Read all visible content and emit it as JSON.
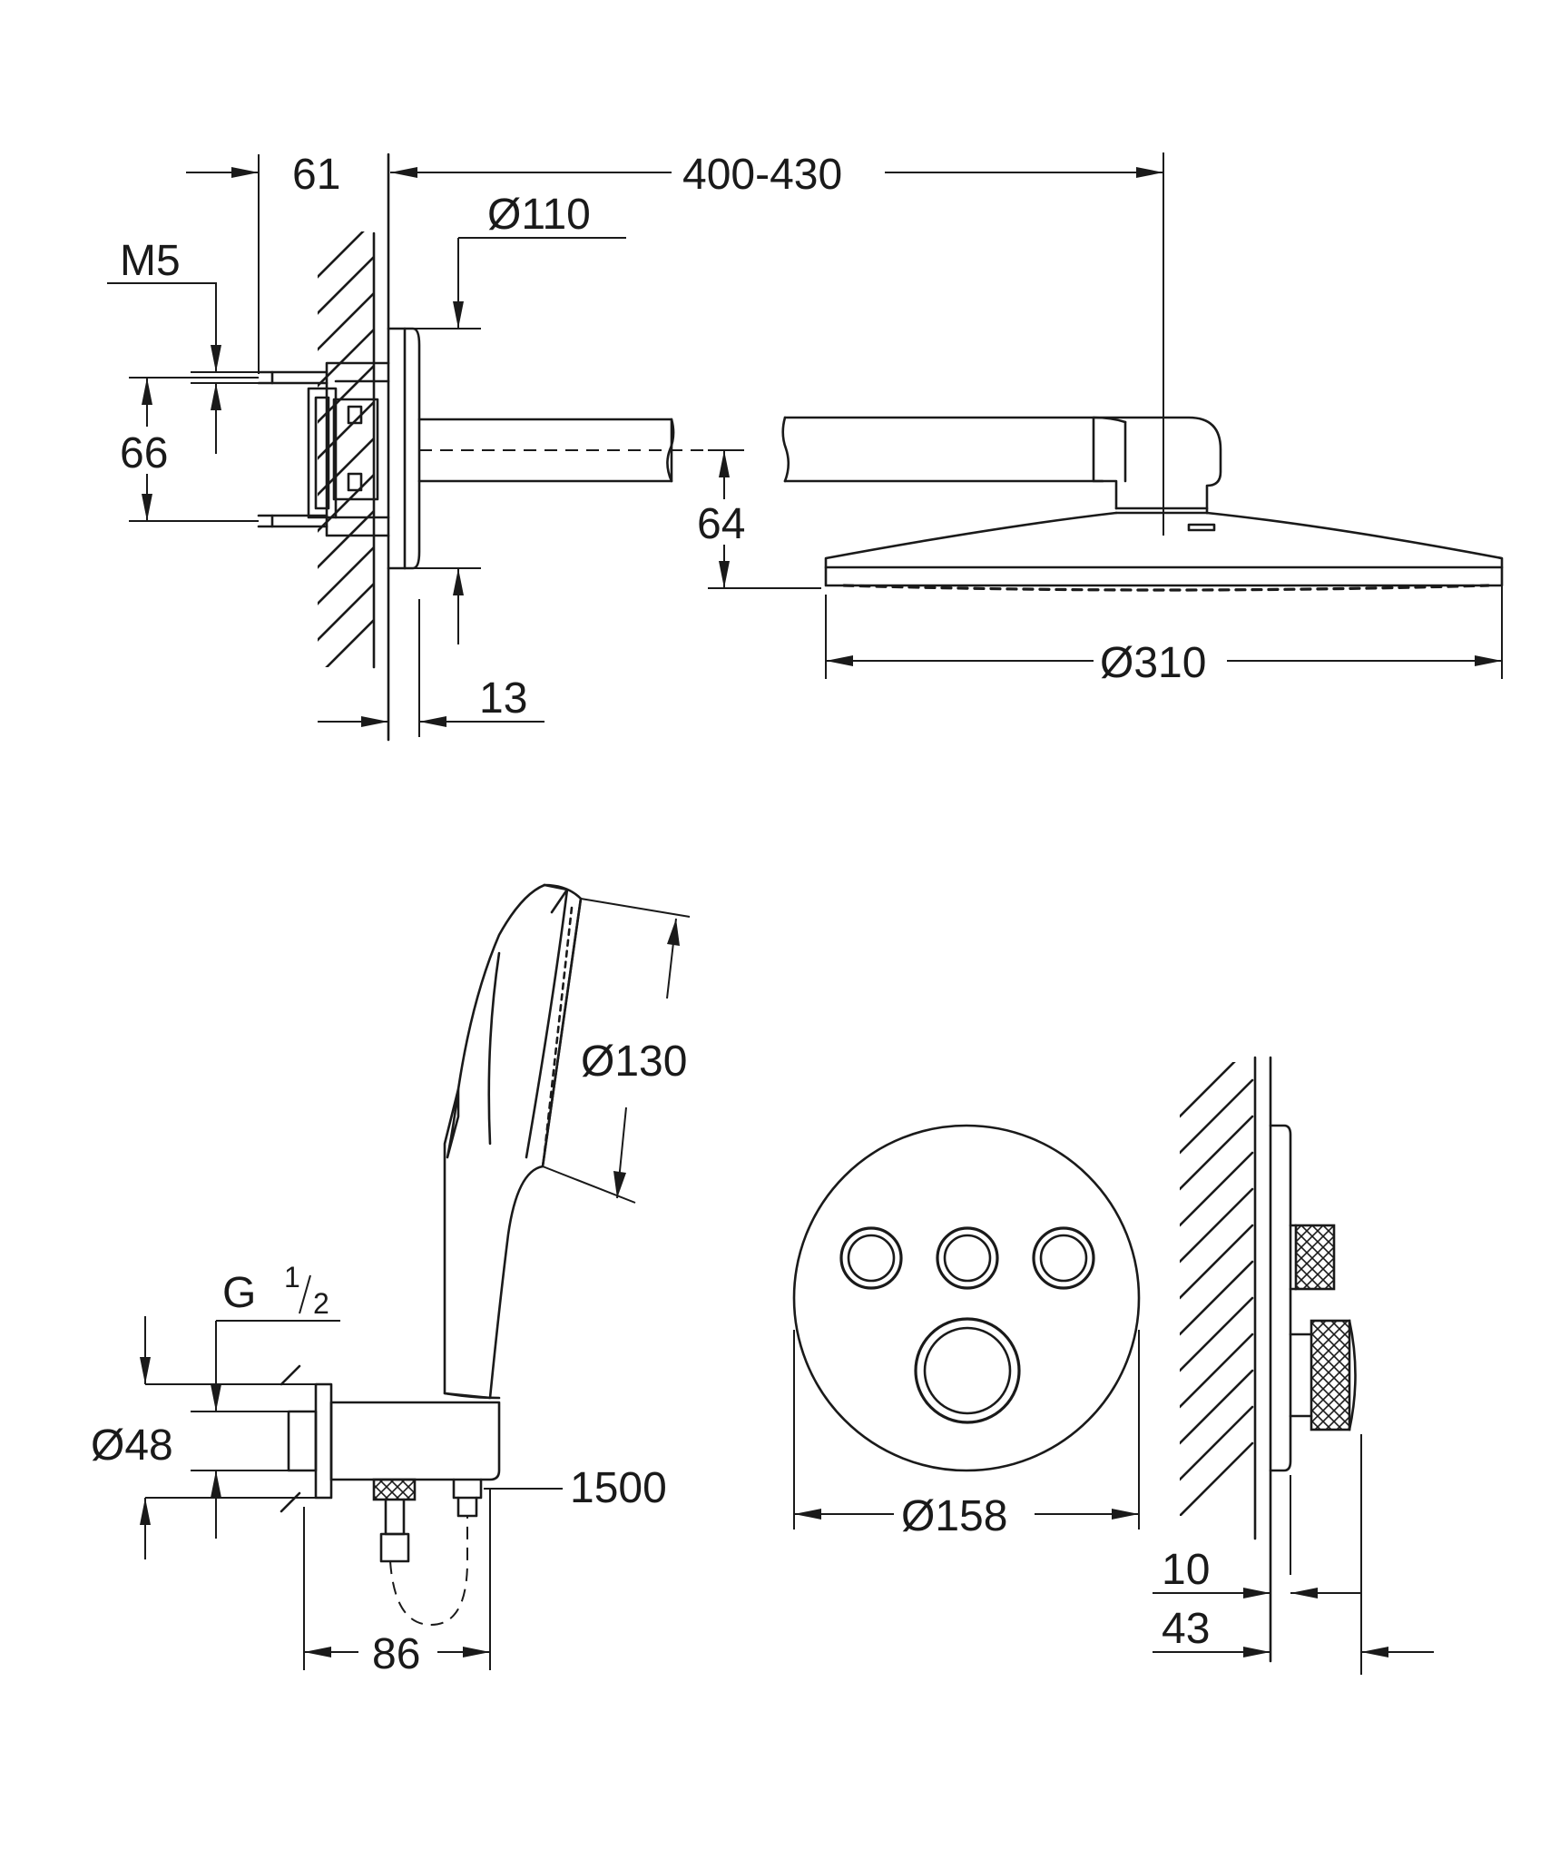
{
  "dimensions": {
    "d61": "61",
    "d400_430": "400-430",
    "d110": "Ø110",
    "m5": "M5",
    "d66": "66",
    "d64": "64",
    "d13": "13",
    "d310": "Ø310",
    "d130": "Ø130",
    "g_main": "G",
    "g_num": "1",
    "g_den": "2",
    "d48": "Ø48",
    "d1500": "1500",
    "d86": "86",
    "d158": "Ø158",
    "d10": "10",
    "d43": "43"
  }
}
